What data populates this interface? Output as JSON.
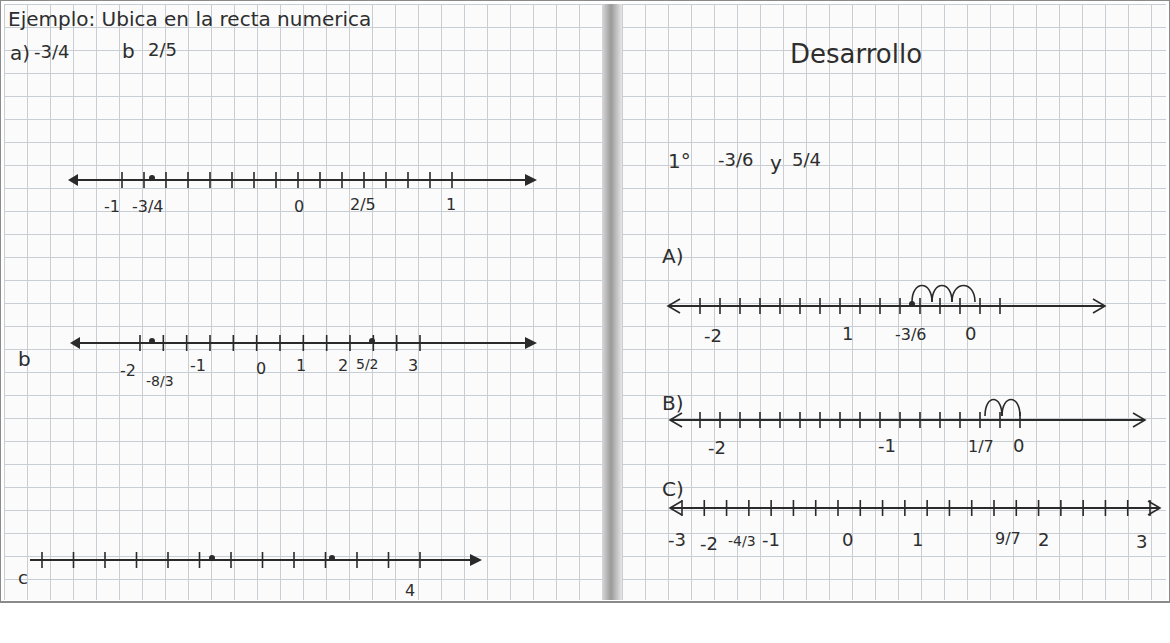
{
  "diagram": {
    "title": "Ejemplo: Ubica en la recta numerica",
    "labels": [
      "a)",
      "-3/4",
      "b",
      "2/5",
      "-1",
      "-3/4",
      "0",
      "2/5",
      "1",
      "b",
      "-2",
      "-8/3",
      "-1",
      "0",
      "1",
      "2",
      "5/2",
      "3",
      "c",
      "4",
      "1°",
      "-3/6",
      "y",
      "5/4",
      "A)",
      "-2",
      "1",
      "-3/6",
      "0",
      "B)",
      "-2",
      "-1",
      "1/7",
      "0",
      "C)",
      "-3",
      "-2",
      "-4/3",
      "-1",
      "0",
      "1",
      "9/7",
      "2",
      "3",
      "Desarrollo"
    ]
  }
}
